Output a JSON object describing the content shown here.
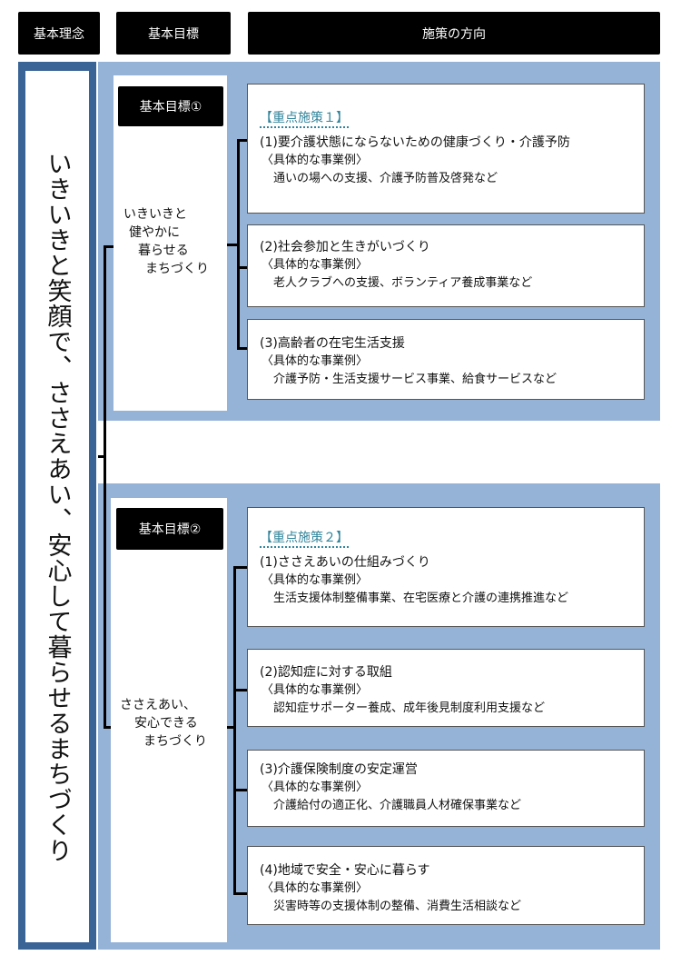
{
  "headers": {
    "philosophy": "基本理念",
    "goals": "基本目標",
    "directions": "施策の方向"
  },
  "vision": "いきいきと笑顔で、ささえあい、安心して暮らせるまちづくり",
  "colors": {
    "panel": "#95b3d7",
    "vision_border": "#3a6496",
    "focus_label": "#31849b"
  },
  "goals": [
    {
      "label": "基本目標①",
      "text": [
        "いきいきと",
        "健やかに",
        "暮らせる",
        "まちづくり"
      ],
      "focus": "【重点施策１】",
      "policies": [
        {
          "title": "(1)要介護状態にならないための健康づくり・介護予防",
          "sub": "〈具体的な事業例〉",
          "detail": "通いの場への支援、介護予防普及啓発など"
        },
        {
          "title": "(2)社会参加と生きがいづくり",
          "sub": "〈具体的な事業例〉",
          "detail": "老人クラブへの支援、ボランティア養成事業など"
        },
        {
          "title": "(3)高齢者の在宅生活支援",
          "sub": "〈具体的な事業例〉",
          "detail": "介護予防・生活支援サービス事業、給食サービスなど"
        }
      ]
    },
    {
      "label": "基本目標②",
      "text": [
        "ささえあい、",
        "安心できる",
        "まちづくり"
      ],
      "focus": "【重点施策２】",
      "policies": [
        {
          "title": "(1)ささえあいの仕組みづくり",
          "sub": "〈具体的な事業例〉",
          "detail": "生活支援体制整備事業、在宅医療と介護の連携推進など"
        },
        {
          "title": "(2)認知症に対する取組",
          "sub": "〈具体的な事業例〉",
          "detail": "認知症サポーター養成、成年後見制度利用支援など"
        },
        {
          "title": "(3)介護保険制度の安定運営",
          "sub": "〈具体的な事業例〉",
          "detail": "介護給付の適正化、介護職員人材確保事業など"
        },
        {
          "title": "(4)地域で安全・安心に暮らす",
          "sub": "〈具体的な事業例〉",
          "detail": "災害時等の支援体制の整備、消費生活相談など"
        }
      ]
    }
  ]
}
